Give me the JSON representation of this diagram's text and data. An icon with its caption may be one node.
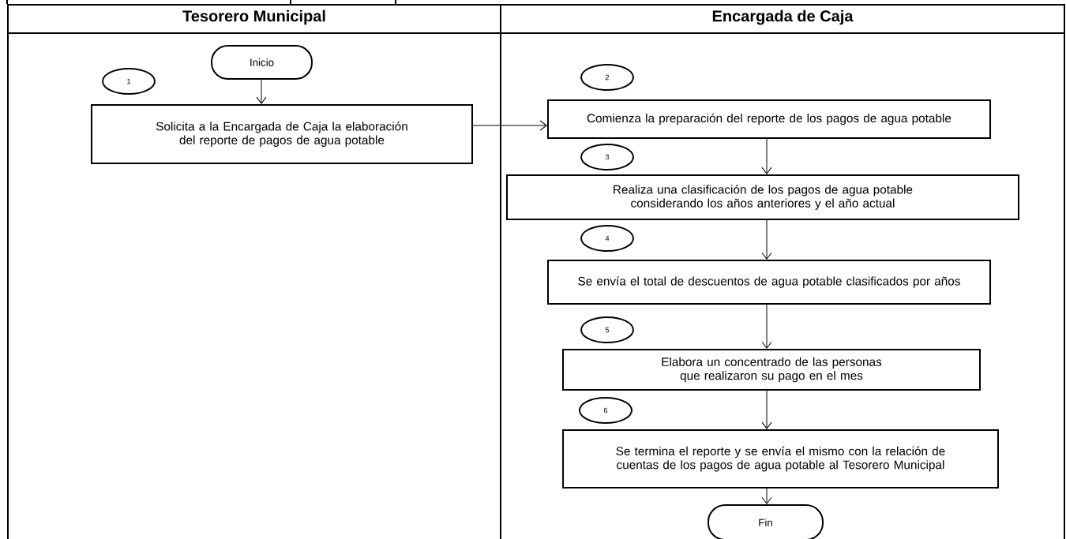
{
  "diagram": {
    "nodes": [
      {
        "text": [
          "Tesorero Municipal"
        ]
      },
      {
        "text": [
          "Encargada de Caja"
        ]
      },
      {
        "text": [
          "Inicio"
        ],
        "in": 0
      },
      {
        "text": [
          "1"
        ],
        "in": 0
      },
      {
        "text": [
          "Solicita a la Encargada de Caja la elaboración del reporte de pagos de agua potable"
        ],
        "in": 0
      },
      {
        "text": [
          "2"
        ],
        "in": 1
      },
      {
        "text": [
          "Comienza la preparación del reporte de los pagos de agua potable"
        ],
        "in": 1
      },
      {
        "text": [
          "3"
        ],
        "in": 1
      },
      {
        "text": [
          "Realiza una clasificación de los pagos de agua potable considerando los años anteriores y el año actual"
        ],
        "in": 1
      },
      {
        "text": [
          "4"
        ],
        "in": 1
      },
      {
        "text": [
          "Se envía el total de descuentos de agua potable clasificados por años"
        ],
        "in": 1
      },
      {
        "text": [
          "5"
        ],
        "in": 1
      },
      {
        "text": [
          "Elabora un concentrado de las personas que realizaron su pago en el mes"
        ],
        "in": 1
      },
      {
        "text": [
          "6"
        ],
        "in": 1
      },
      {
        "text": [
          "Se termina el reporte y se envía el mismo con la relación de cuentas de los pagos de agua potable al Tesorero Municipal"
        ],
        "in": 1
      },
      {
        "text": [
          "Fin"
        ],
        "in": 1
      }
    ],
    "edges": [
      {
        "from": 2,
        "to": 4,
        "arrow": "to"
      },
      {
        "from": 4,
        "to": 6,
        "arrow": "to"
      },
      {
        "from": 6,
        "to": 8,
        "arrow": "to"
      },
      {
        "from": 8,
        "to": 10,
        "arrow": "to"
      },
      {
        "from": 10,
        "to": 12,
        "arrow": "to"
      },
      {
        "from": 12,
        "to": 14,
        "arrow": "to"
      },
      {
        "from": 14,
        "to": 15,
        "arrow": "to"
      }
    ]
  }
}
